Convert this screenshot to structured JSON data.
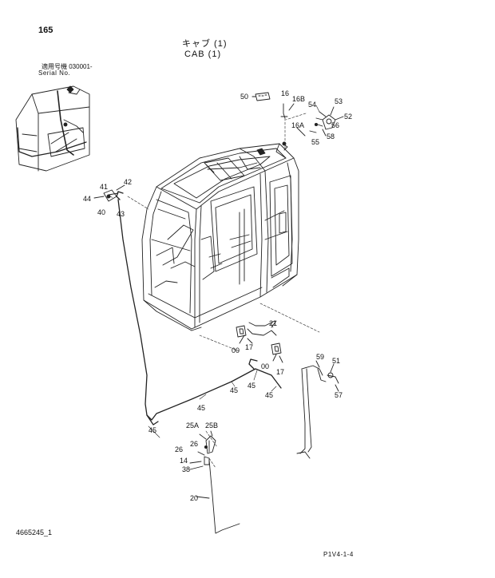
{
  "header": {
    "page_number": "165",
    "title_ja": "キャブ (1)",
    "title_en": "CAB (1)",
    "serial_label_ja": "適用号機 030001-",
    "serial_label_en": "Serial No."
  },
  "footer": {
    "drawing_number": "4665245_1",
    "reference_code": "P1V4-1-4"
  },
  "part_labels": [
    "50",
    "16",
    "16B",
    "54",
    "53",
    "52",
    "56",
    "16A",
    "55",
    "58",
    "42",
    "41",
    "44",
    "40",
    "43",
    "21",
    "00",
    "17",
    "00",
    "17",
    "59",
    "51",
    "57",
    "45",
    "45",
    "45",
    "45",
    "45",
    "25A",
    "25B",
    "26",
    "26",
    "14",
    "38",
    "20"
  ]
}
